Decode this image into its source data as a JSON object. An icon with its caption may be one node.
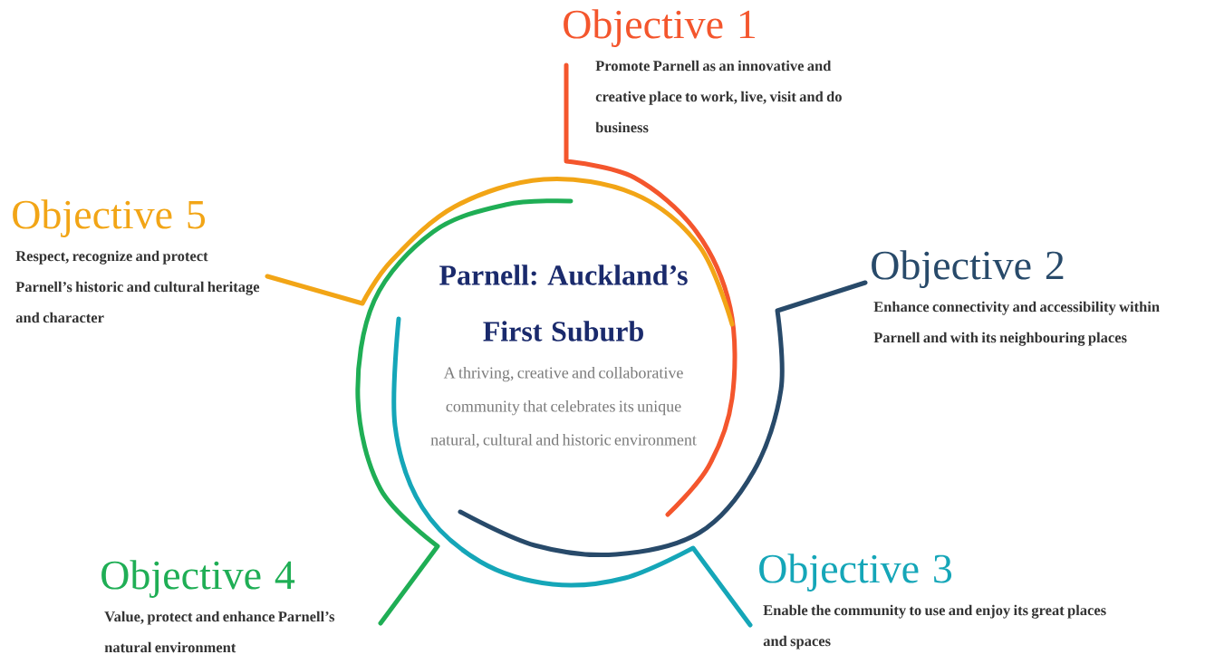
{
  "diagram": {
    "nodes": [
      {
        "text": [
          "Parnell: Auckland’s First Suburb",
          "A thriving, creative and collaborative community that celebrates its unique natural, cultural and historic environment"
        ]
      },
      {
        "text": [
          "Objective 1",
          "Promote Parnell as an innovative and creative place to work, live, visit and do business"
        ]
      },
      {
        "text": [
          "Objective 2",
          "Enhance connectivity and accessibility within Parnell and with its neighbouring places"
        ]
      },
      {
        "text": [
          "Objective 3",
          "Enable the community to use and enjoy its great places and spaces"
        ]
      },
      {
        "text": [
          "Objective 4",
          "Value, protect and enhance Parnell’s natural environment"
        ]
      },
      {
        "text": [
          "Objective 5",
          "Respect, recognize and protect Parnell’s historic and cultural heritage and character"
        ]
      }
    ],
    "edges": [
      {
        "from": 1,
        "to": 0,
        "arrow": "none",
        "color": "#f4562d"
      },
      {
        "from": 2,
        "to": 0,
        "arrow": "none",
        "color": "#284a6a"
      },
      {
        "from": 3,
        "to": 0,
        "arrow": "none",
        "color": "#15a6b8"
      },
      {
        "from": 4,
        "to": 0,
        "arrow": "none",
        "color": "#1fae55"
      },
      {
        "from": 5,
        "to": 0,
        "arrow": "none",
        "color": "#f2a516"
      }
    ]
  }
}
